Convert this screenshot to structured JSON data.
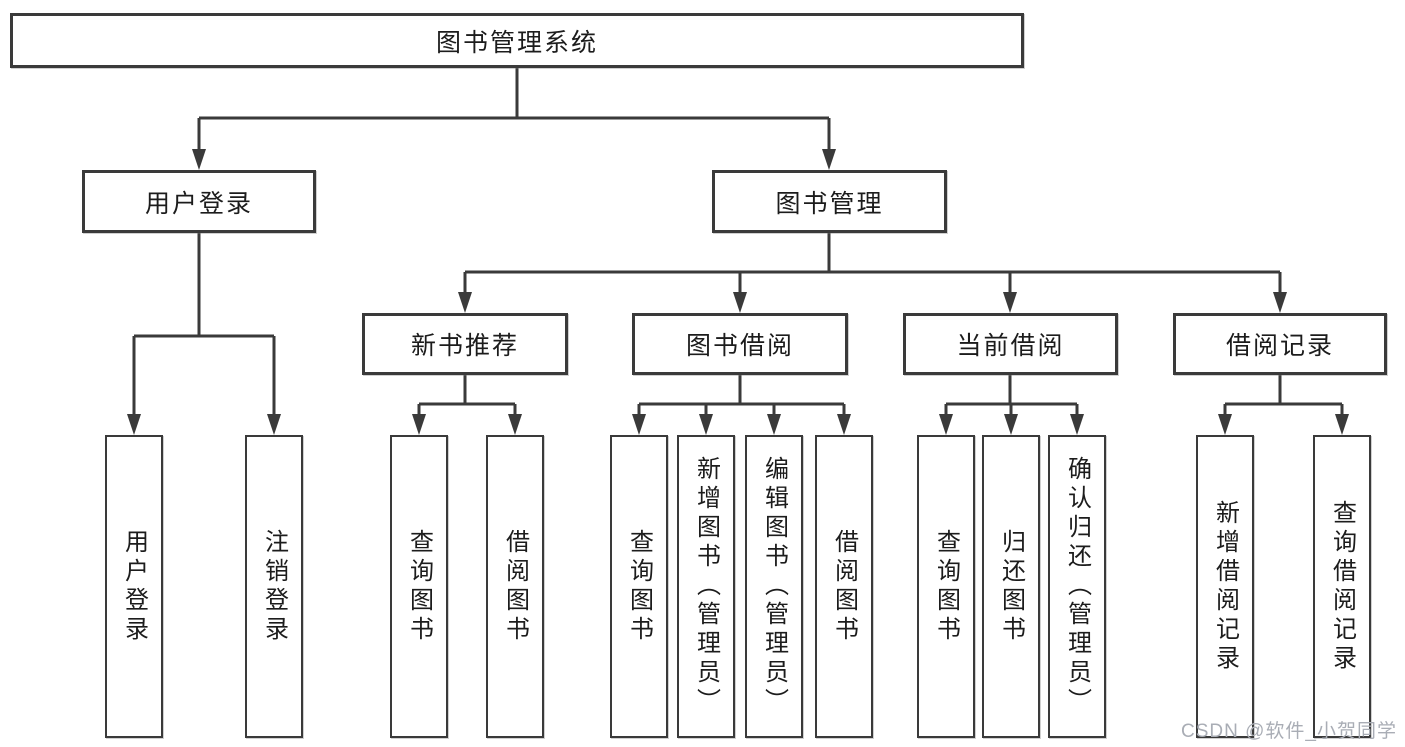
{
  "diagram": {
    "root": {
      "label": "图书管理系统"
    },
    "branches": [
      {
        "label": "用户登录",
        "children": [
          {
            "label": "用户登录"
          },
          {
            "label": "注销登录"
          }
        ]
      },
      {
        "label": "图书管理",
        "children": [
          {
            "label": "新书推荐",
            "children": [
              {
                "label": "查询图书"
              },
              {
                "label": "借阅图书"
              }
            ]
          },
          {
            "label": "图书借阅",
            "children": [
              {
                "label": "查询图书"
              },
              {
                "label": "新增图书（管理员）"
              },
              {
                "label": "编辑图书（管理员）"
              },
              {
                "label": "借阅图书"
              }
            ]
          },
          {
            "label": "当前借阅",
            "children": [
              {
                "label": "查询图书"
              },
              {
                "label": "归还图书"
              },
              {
                "label": "确认归还（管理员）"
              }
            ]
          },
          {
            "label": "借阅记录",
            "children": [
              {
                "label": "新增借阅记录"
              },
              {
                "label": "查询借阅记录"
              }
            ]
          }
        ]
      }
    ]
  },
  "watermark": {
    "text": "CSDN @软件_小贺同学"
  },
  "colors": {
    "line": "#3a3a3a",
    "text": "#1c1c1c",
    "watermark": "#a9adb5",
    "background": "#ffffff"
  }
}
